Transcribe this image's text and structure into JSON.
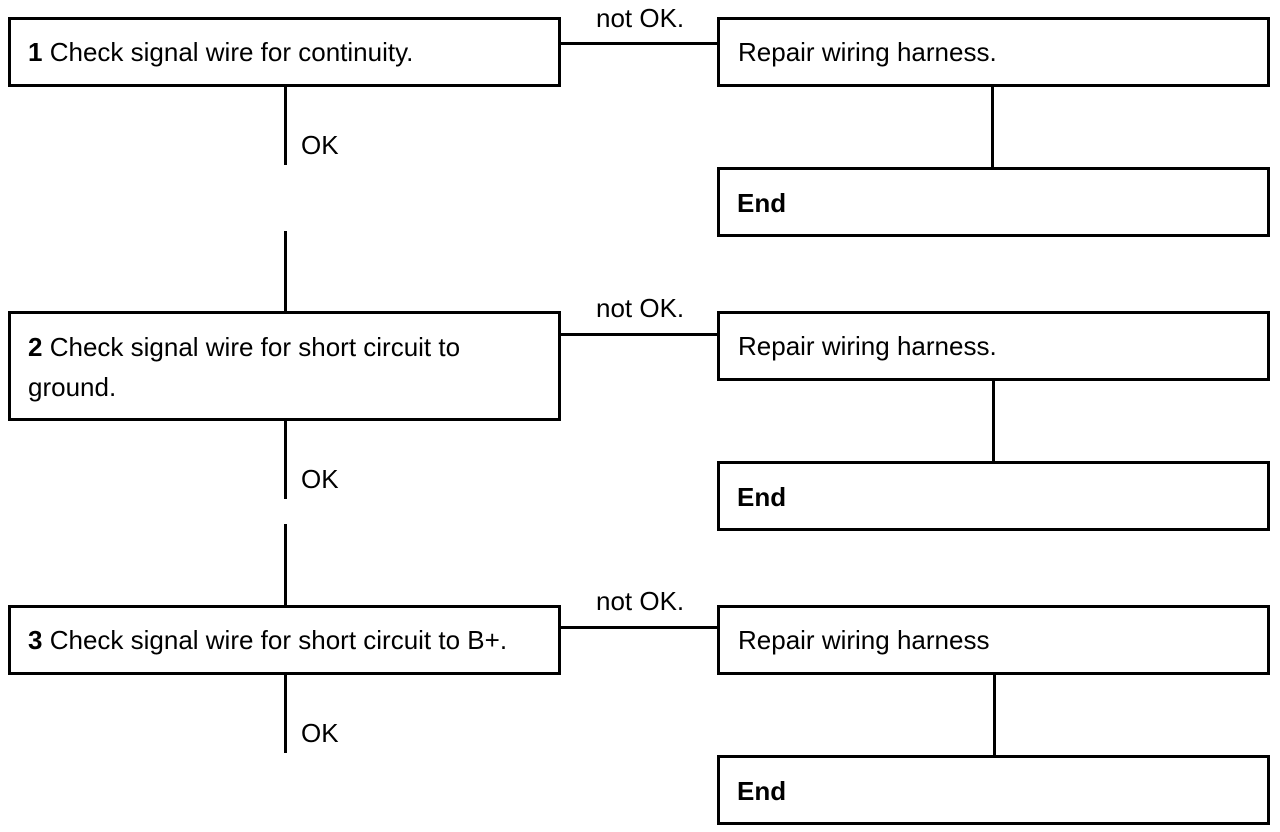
{
  "steps": [
    {
      "number": "1",
      "text": "Check signal wire for continuity.",
      "pass_label": "OK",
      "fail_label": "not OK.",
      "action": "Repair wiring harness.",
      "end": "End"
    },
    {
      "number": "2",
      "text": "Check signal wire for short circuit to ground.",
      "pass_label": "OK",
      "fail_label": "not OK.",
      "action": "Repair wiring harness.",
      "end": "End"
    },
    {
      "number": "3",
      "text": "Check signal wire for short circuit to B+.",
      "pass_label": "OK",
      "fail_label": "not OK.",
      "action": "Repair wiring harness",
      "end": "End"
    }
  ],
  "colors": {
    "line": "#000000",
    "background": "#ffffff"
  }
}
